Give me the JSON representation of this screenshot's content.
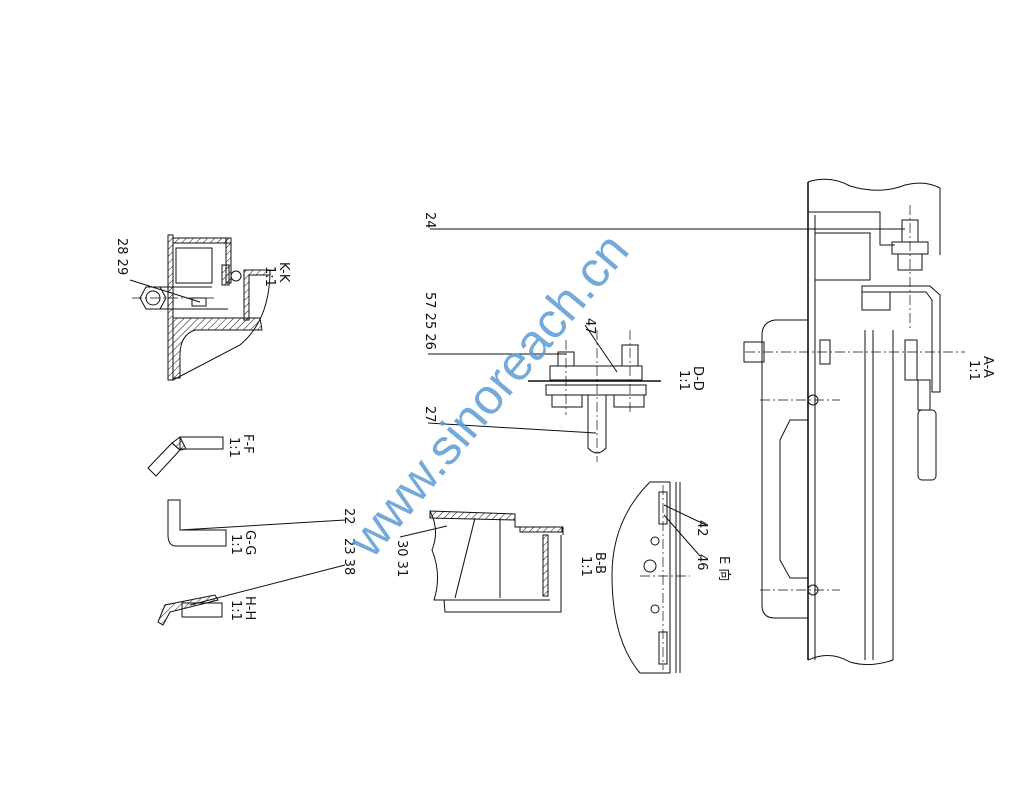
{
  "watermark": "www.sinoreach.cn",
  "views": {
    "kk": {
      "title": "K-K",
      "scale": "1:1",
      "callouts": [
        "28 29"
      ]
    },
    "ff": {
      "title": "F-F",
      "scale": "1:1"
    },
    "gg": {
      "title": "G-G",
      "scale": "1:1",
      "callouts": [
        "22"
      ]
    },
    "hh": {
      "title": "H-H",
      "scale": "1:1",
      "callouts": [
        "23 38"
      ]
    },
    "dd": {
      "title": "D-D",
      "scale": "1:1",
      "callouts": [
        "57 25 26",
        "27",
        "47"
      ]
    },
    "bb": {
      "title": "B-B",
      "scale": "1:1",
      "callouts": [
        "30 31"
      ]
    },
    "e": {
      "title": "E 向",
      "callouts": [
        "42",
        "46"
      ]
    },
    "aa": {
      "title": "A-A",
      "scale": "1:1",
      "callouts": [
        "24"
      ]
    }
  }
}
